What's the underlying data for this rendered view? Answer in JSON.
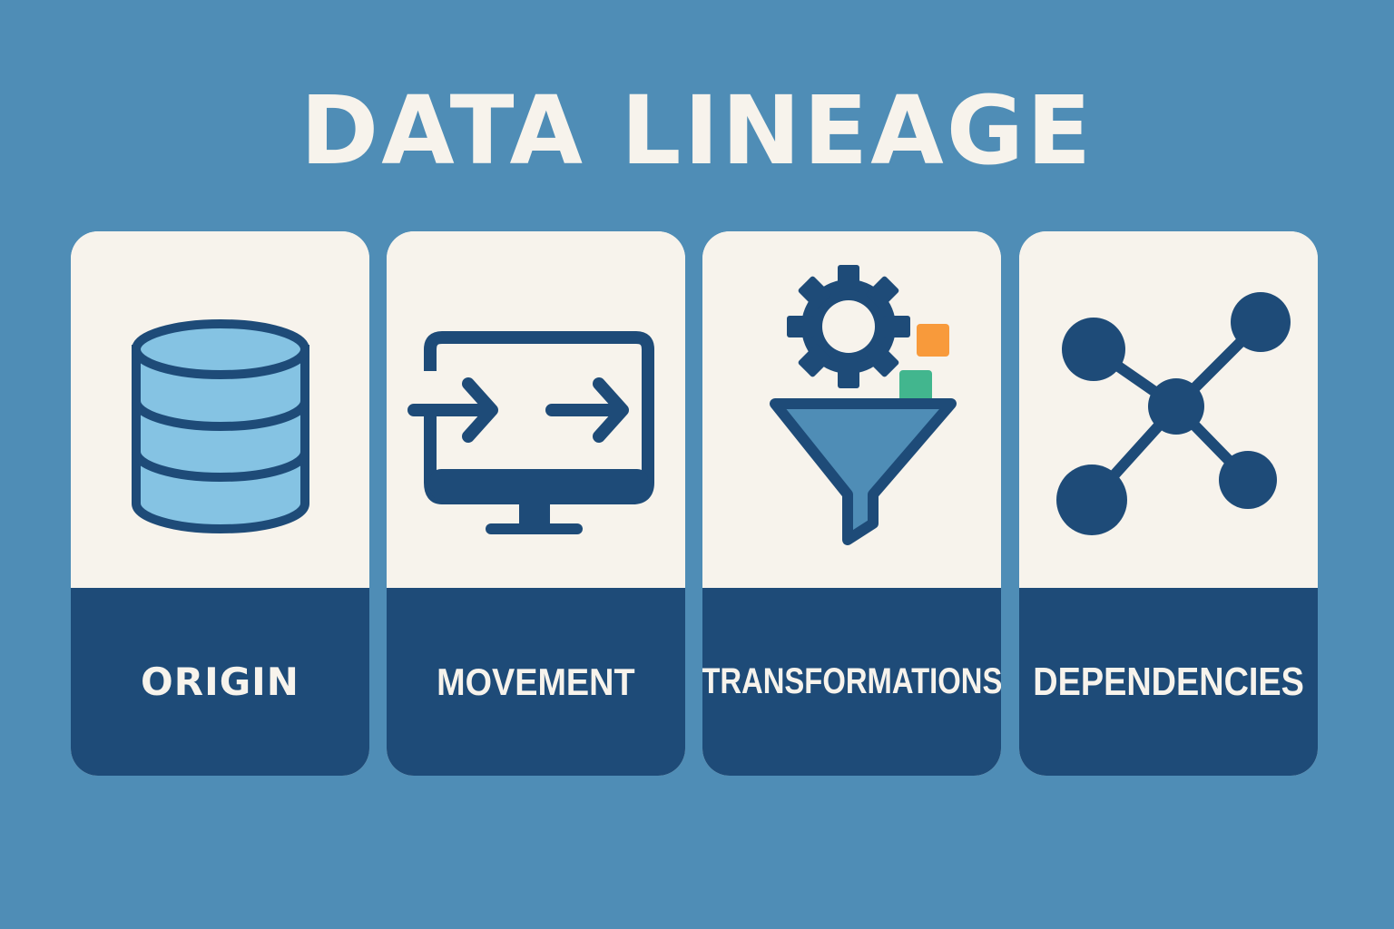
{
  "title": "DATA LINEAGE",
  "colors": {
    "background": "#4f8db6",
    "card_top": "#f7f3ec",
    "card_bottom": "#1e4b78",
    "icon_dark": "#1e4b78",
    "icon_light_blue": "#85c3e3",
    "funnel_fill": "#4f8db6",
    "orange": "#f89a3b",
    "green": "#42b68e"
  },
  "cards": [
    {
      "label": "ORIGIN",
      "icon": "database-icon"
    },
    {
      "label": "MOVEMENT",
      "icon": "monitor-arrows-icon"
    },
    {
      "label": "TRANSFORMATIONS",
      "icon": "gear-funnel-icon"
    },
    {
      "label": "DEPENDENCIES",
      "icon": "network-nodes-icon"
    }
  ]
}
